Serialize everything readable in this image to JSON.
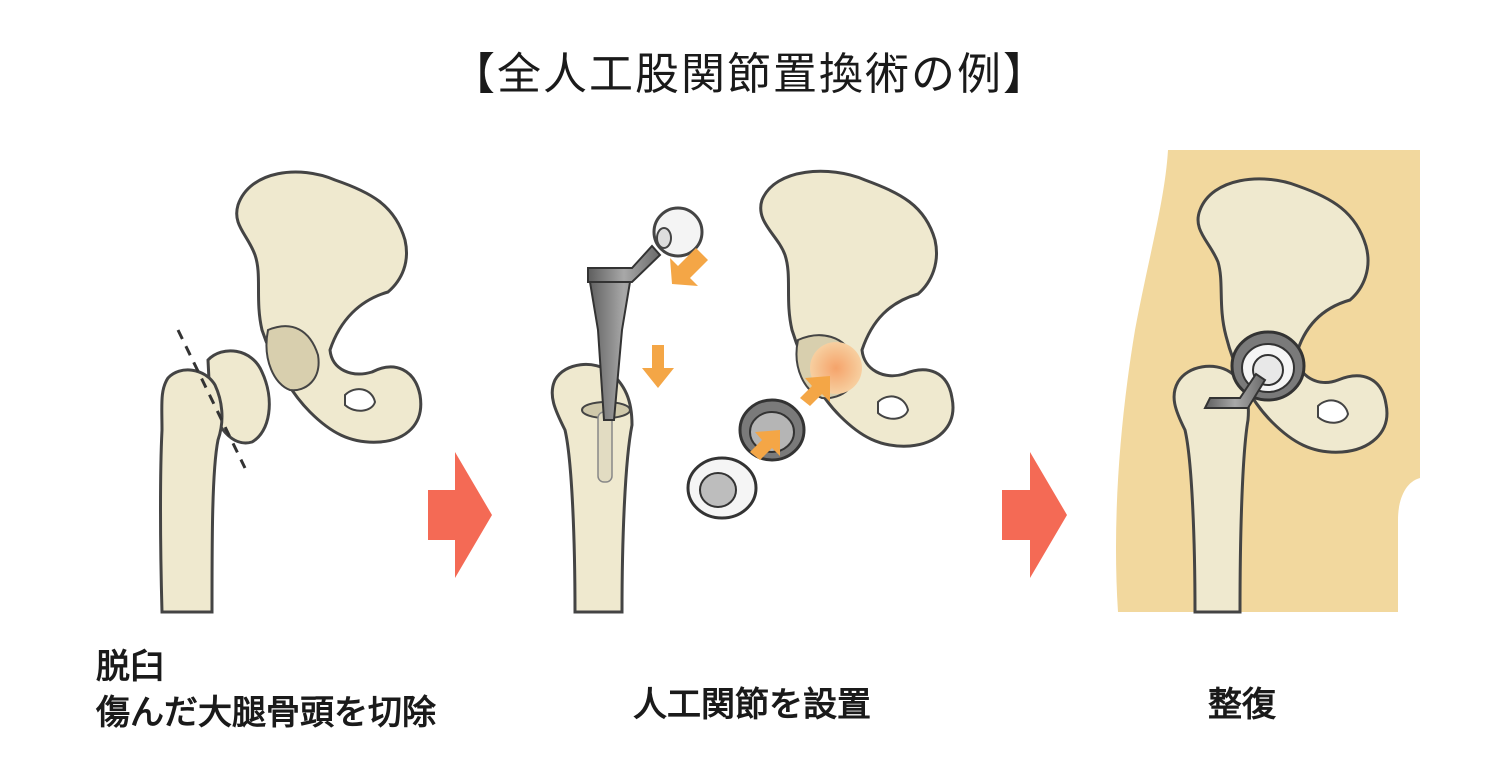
{
  "title": "【全人工股関節置換術の例】",
  "steps": [
    {
      "lines": [
        "脱臼",
        "傷んだ大腿骨頭を切除"
      ]
    },
    {
      "lines": [
        "人工関節を設置"
      ]
    },
    {
      "lines": [
        "整復"
      ]
    }
  ],
  "colors": {
    "bone": "#efe9cf",
    "bone_outline": "#444444",
    "skin": "#f2d89e",
    "step_arrow": "#f46a55",
    "insert_arrow": "#f4a646",
    "metal": "#8a8a8a"
  },
  "icons": [
    "pelvis",
    "femur",
    "femoral-stem",
    "femoral-head-ball",
    "acetabular-cup",
    "liner",
    "step-arrow",
    "insert-arrow"
  ]
}
